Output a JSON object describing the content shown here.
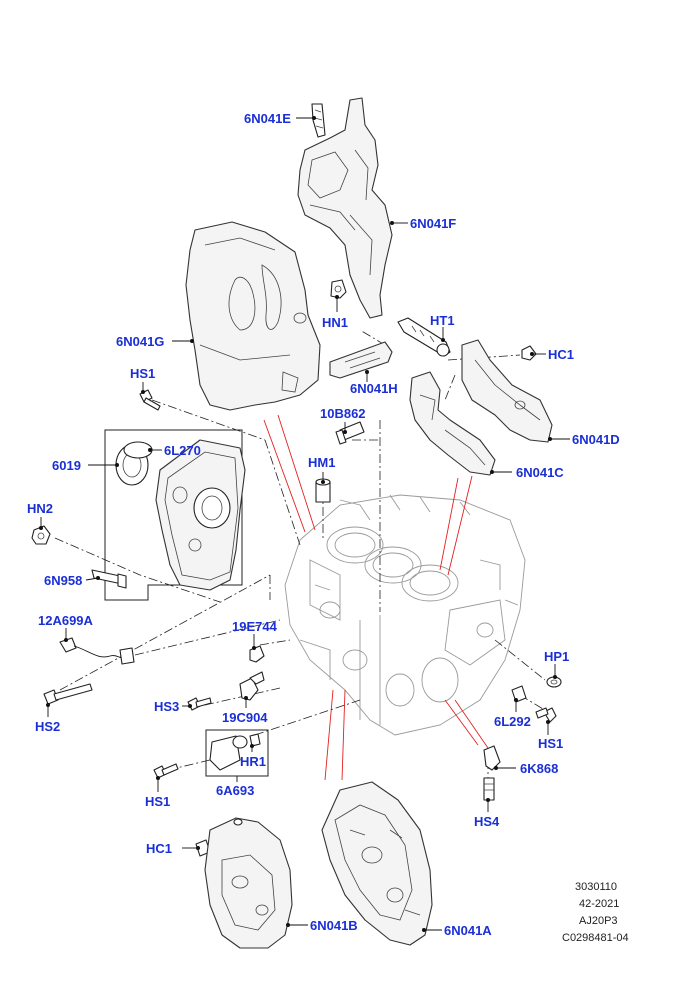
{
  "labels": {
    "p6N041E": "6N041E",
    "p6N041F": "6N041F",
    "p6N041G": "6N041G",
    "pHN1": "HN1",
    "pHT1": "HT1",
    "pHC1_top": "HC1",
    "pHS1_top": "HS1",
    "p6N041H": "6N041H",
    "p10B862": "10B862",
    "p6N041D": "6N041D",
    "p6L270": "6L270",
    "p6019": "6019",
    "p6N041C": "6N041C",
    "pHM1": "HM1",
    "pHN2": "HN2",
    "p6N958": "6N958",
    "p12A699A": "12A699A",
    "p19E744": "19E744",
    "pHP1": "HP1",
    "p6L292": "6L292",
    "pHS1_right": "HS1",
    "pHS3": "HS3",
    "pHS2": "HS2",
    "p19C904": "19C904",
    "pHR1": "HR1",
    "p6K868": "6K868",
    "pHS1_bottom": "HS1",
    "p6A693": "6A693",
    "pHS4": "HS4",
    "pHC1_bottom": "HC1",
    "p6N041B": "6N041B",
    "p6N041A": "6N041A"
  },
  "reference": {
    "line1": "3030110",
    "line2": "42-2021",
    "line3": "AJ20P3",
    "line4": "C0298481-04"
  },
  "colors": {
    "label": "#1a2fd6",
    "explode_line": "#e32020",
    "outline": "#222222"
  }
}
